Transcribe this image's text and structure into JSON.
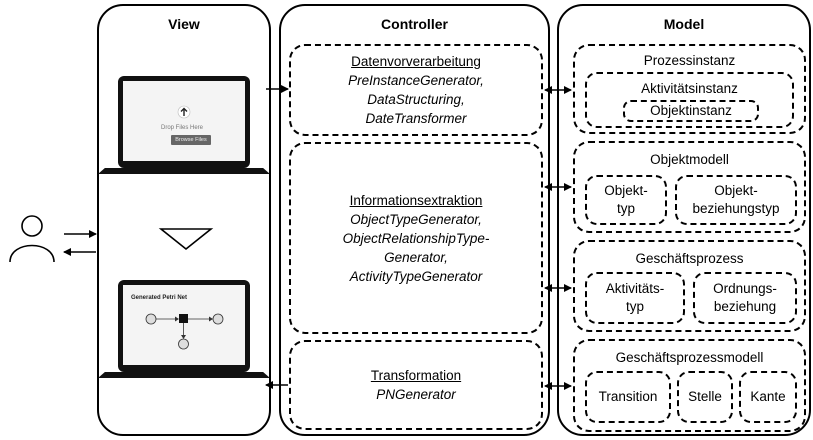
{
  "columns": {
    "view": "View",
    "controller": "Controller",
    "model": "Model"
  },
  "view": {
    "upload": {
      "drop_text": "Drop Files Here",
      "browse_label": "Browse Files"
    },
    "petri": {
      "title": "Generated Petri Net"
    }
  },
  "controller": {
    "preprocessing": {
      "title": "Datenvorverarbeitung",
      "lines": [
        "PreInstanceGenerator,",
        "DataStructuring,",
        "DateTransformer"
      ]
    },
    "extraction": {
      "title": "Informationsextraktion",
      "lines": [
        "ObjectTypeGenerator,",
        "ObjectRelationshipType-",
        "Generator,",
        "ActivityTypeGenerator"
      ]
    },
    "transformation": {
      "title": "Transformation",
      "lines": [
        "PNGenerator"
      ]
    }
  },
  "model": {
    "process_instance": {
      "title": "Prozessinstanz",
      "activity_instance": "Aktivitätsinstanz",
      "object_instance": "Objektinstanz"
    },
    "object_model": {
      "title": "Objektmodell",
      "object_type": [
        "Objekt-",
        "typ"
      ],
      "relation_type": [
        "Objekt-",
        "beziehungstyp"
      ]
    },
    "business_process": {
      "title": "Geschäftsprozess",
      "activity_type": [
        "Aktivitäts-",
        "typ"
      ],
      "order_relation": [
        "Ordnungs-",
        "beziehung"
      ]
    },
    "process_model": {
      "title": "Geschäftsprozessmodell",
      "transition": "Transition",
      "place": "Stelle",
      "edge": "Kante"
    }
  },
  "icons": [
    "user-icon",
    "triangle-down-icon",
    "upload-arrow-icon"
  ]
}
